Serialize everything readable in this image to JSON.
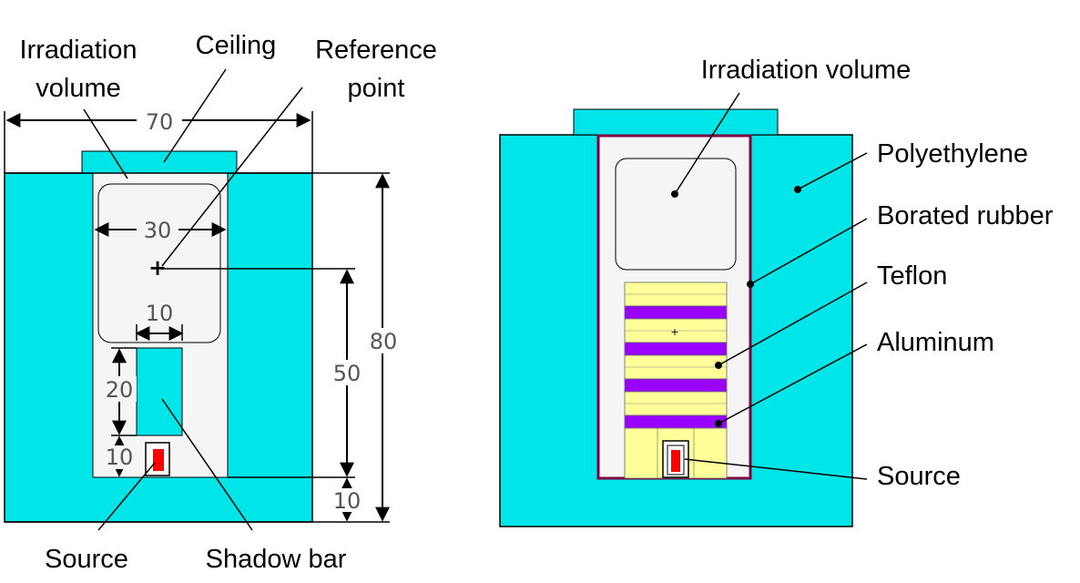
{
  "left_figure": {
    "labels": {
      "irradiation_volume_line1": "Irradiation",
      "irradiation_volume_line2": "volume",
      "ceiling": "Ceiling",
      "reference_point_line1": "Reference",
      "reference_point_line2": "point",
      "source": "Source",
      "shadow_bar": "Shadow bar"
    },
    "dimensions": {
      "total_width": "70",
      "inner_width": "30",
      "shadow_bar_width": "10",
      "shadow_bar_height": "20",
      "source_gap": "10",
      "reference_height": "50",
      "total_height": "80",
      "floor_thickness": "10"
    }
  },
  "right_figure": {
    "labels": {
      "irradiation_volume": "Irradiation volume",
      "polyethylene": "Polyethylene",
      "borated_rubber": "Borated rubber",
      "teflon": "Teflon",
      "aluminum": "Aluminum",
      "source": "Source"
    }
  },
  "colors": {
    "polyethylene": "#00e5e8",
    "cavity": "#f5f5f5",
    "teflon": "#ffff99",
    "aluminum": "#9900ff",
    "source": "#ff0000",
    "borated_rubber": "#800040"
  }
}
